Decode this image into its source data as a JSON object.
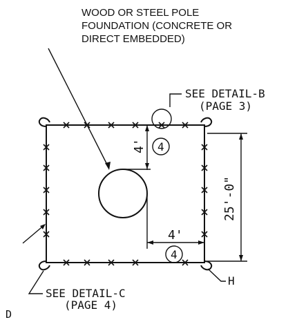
{
  "notes": {
    "foundation": [
      "WOOD OR STEEL POLE",
      "FOUNDATION (CONCRETE OR",
      "DIRECT EMBEDDED)"
    ],
    "detail_b": [
      "SEE DETAIL-B",
      "(PAGE 3)"
    ],
    "detail_c": [
      "SEE DETAIL-C",
      "(PAGE 4)"
    ],
    "label_h": "H",
    "label_d": "D"
  },
  "dimensions": {
    "top_offset": "4'",
    "side_offset": "4'",
    "height": "25'-0\""
  },
  "markers": {
    "top": "4",
    "bottom": "4"
  }
}
